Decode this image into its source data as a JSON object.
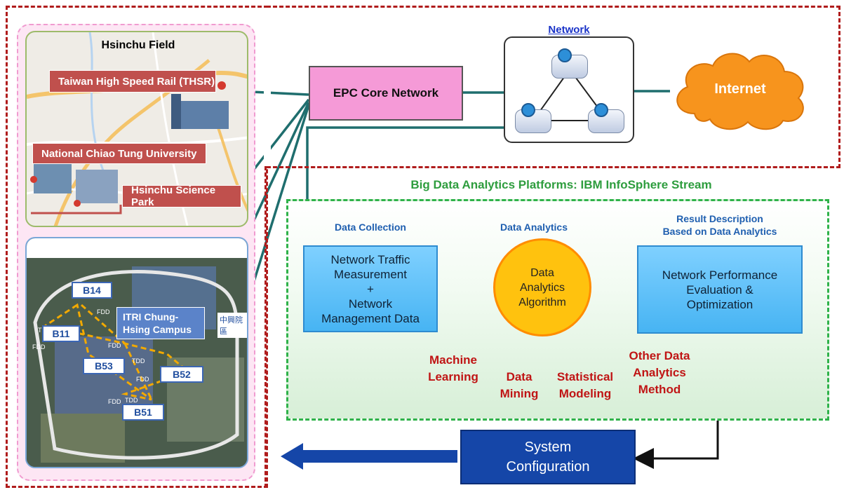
{
  "left": {
    "field_title": "Hsinchu Field",
    "map_labels": [
      "Taiwan High Speed Rail (THSR)",
      "National Chiao Tung University",
      "Hsinchu Science Park"
    ],
    "campus_label": "ITRI Chung-Hsing Campus",
    "campus_tag": "中興院區",
    "buildings": [
      "B14",
      "B11",
      "B53",
      "B52",
      "B51"
    ],
    "antenna_tags": [
      "FDD",
      "TDD",
      "FDD",
      "FDD",
      "TDD",
      "FDD",
      "TDD",
      "FDD"
    ]
  },
  "top": {
    "epc_label": "EPC Core Network",
    "network_title": "Network",
    "internet_label": "Internet"
  },
  "platform": {
    "title": "Big Data Analytics Platforms: IBM InfoSphere Stream",
    "data_collection_header": "Data Collection",
    "data_analytics_header": "Data Analytics",
    "result_header_line1": "Result Description",
    "result_header_line2": "Based on Data Analytics",
    "collection_box": [
      "Network Traffic",
      "Measurement",
      "+",
      "Network",
      "Management Data"
    ],
    "algorithm_circle": [
      "Data",
      "Analytics",
      "Algorithm"
    ],
    "result_box": [
      "Network Performance",
      "Evaluation &",
      "Optimization"
    ],
    "methods": {
      "machine_learning": [
        "Machine",
        "Learning"
      ],
      "data_mining": [
        "Data",
        "Mining"
      ],
      "statistical_modeling": [
        "Statistical",
        "Modeling"
      ],
      "other_method": [
        "Other Data",
        "Analytics",
        "Method"
      ]
    },
    "system_box": [
      "System",
      "Configuration"
    ]
  },
  "colors": {
    "dashed_red": "#b01c1c",
    "dashed_green": "#2fb24a",
    "epc_pink": "#f59ad7",
    "internet_orange": "#f7941d",
    "connector_teal": "#1f6e6e",
    "method_red": "#c01515",
    "system_blue": "#1546a8"
  }
}
